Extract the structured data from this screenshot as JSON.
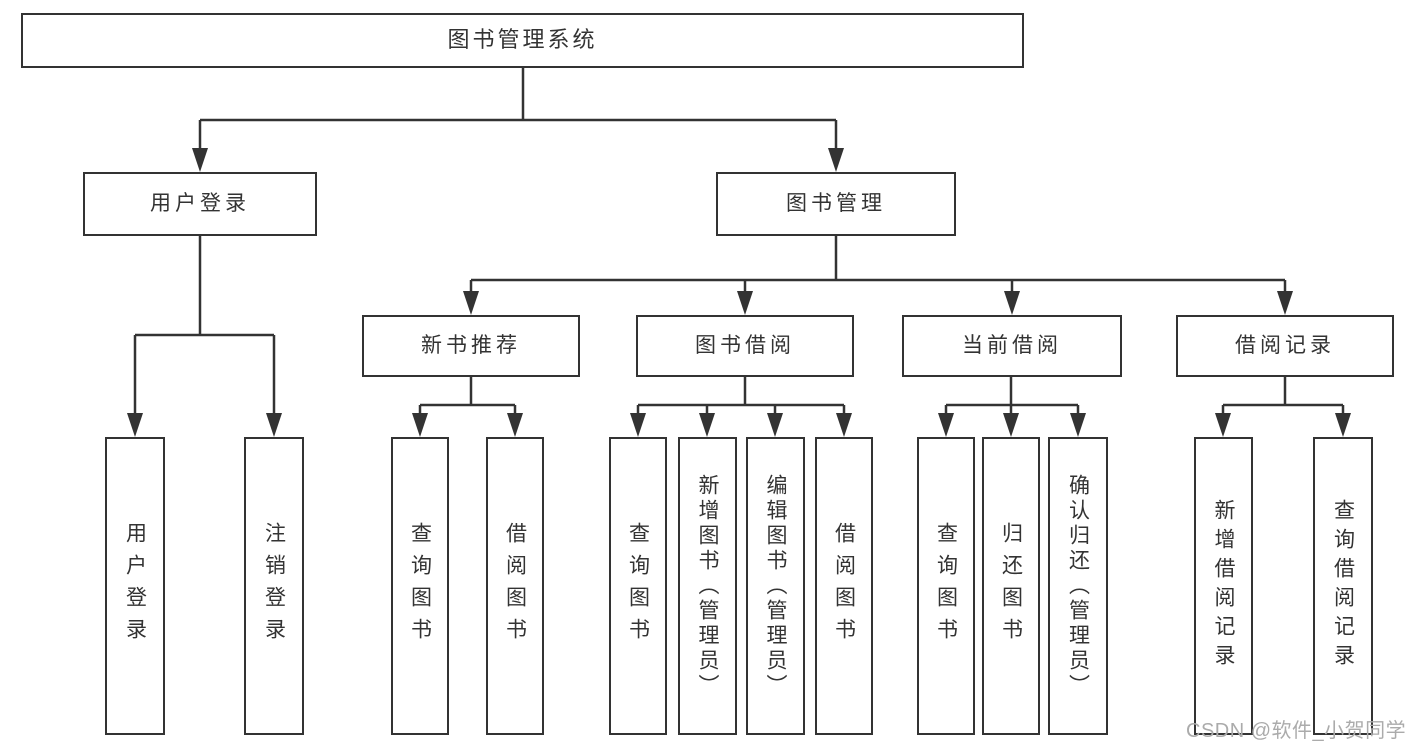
{
  "diagram_title": "图书管理系统",
  "tree": {
    "root": {
      "label": "图书管理系统"
    },
    "branches": [
      {
        "label": "用户登录",
        "children": [
          {
            "label": "用户登录"
          },
          {
            "label": "注销登录"
          }
        ]
      },
      {
        "label": "图书管理",
        "children": [
          {
            "label": "新书推荐",
            "children": [
              {
                "label": "查询图书"
              },
              {
                "label": "借阅图书"
              }
            ]
          },
          {
            "label": "图书借阅",
            "children": [
              {
                "label": "查询图书"
              },
              {
                "label": "新增图书（管理员）"
              },
              {
                "label": "编辑图书（管理员）"
              },
              {
                "label": "借阅图书"
              }
            ]
          },
          {
            "label": "当前借阅",
            "children": [
              {
                "label": "查询图书"
              },
              {
                "label": "归还图书"
              },
              {
                "label": "确认归还（管理员）"
              }
            ]
          },
          {
            "label": "借阅记录",
            "children": [
              {
                "label": "新增借阅记录"
              },
              {
                "label": "查询借阅记录"
              }
            ]
          }
        ]
      }
    ]
  },
  "watermark": "CSDN @软件_小贺同学",
  "colors": {
    "line": "#333333",
    "border": "#333333",
    "text": "#333333",
    "watermark": "#ababab",
    "bg": "#ffffff"
  }
}
